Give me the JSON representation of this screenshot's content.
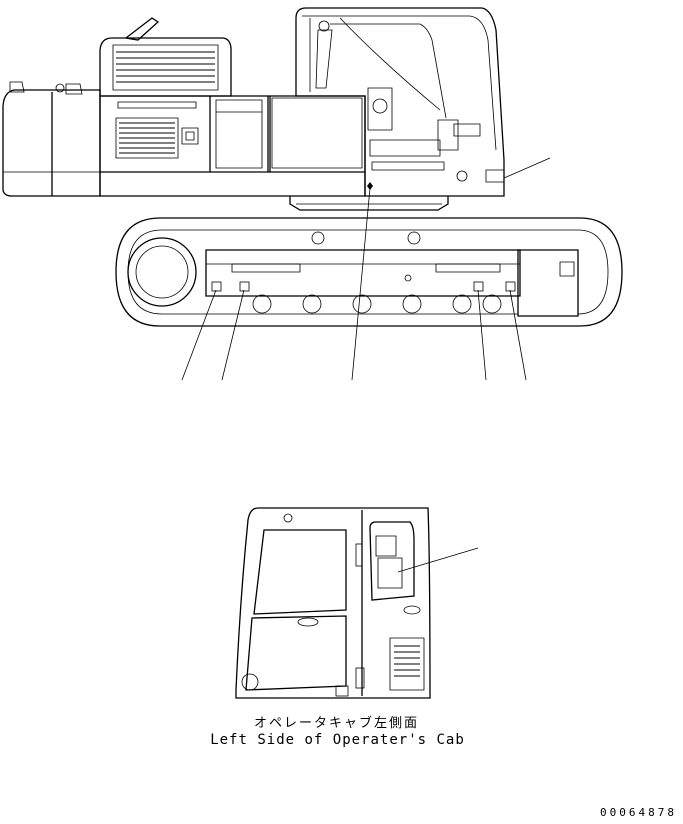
{
  "captions": {
    "japanese": "オペレータキャブ左側面",
    "english": "Left Side of Operater's Cab"
  },
  "drawing_number": "00064878",
  "views": [
    "excavator-left-side-view",
    "operator-cab-left-side-view"
  ],
  "colors": {
    "line": "#000000",
    "background": "#ffffff"
  }
}
